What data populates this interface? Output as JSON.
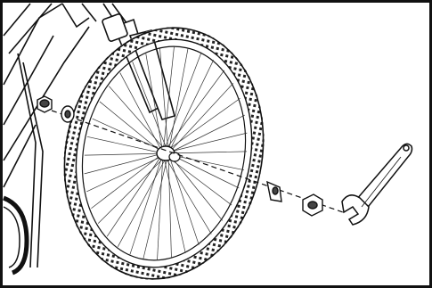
{
  "diagram": {
    "parts": [
      {
        "name": "frame-fork"
      },
      {
        "name": "front-wheel"
      },
      {
        "name": "axle-nut"
      },
      {
        "name": "tab-washer"
      },
      {
        "name": "adjustable-wrench"
      }
    ]
  }
}
